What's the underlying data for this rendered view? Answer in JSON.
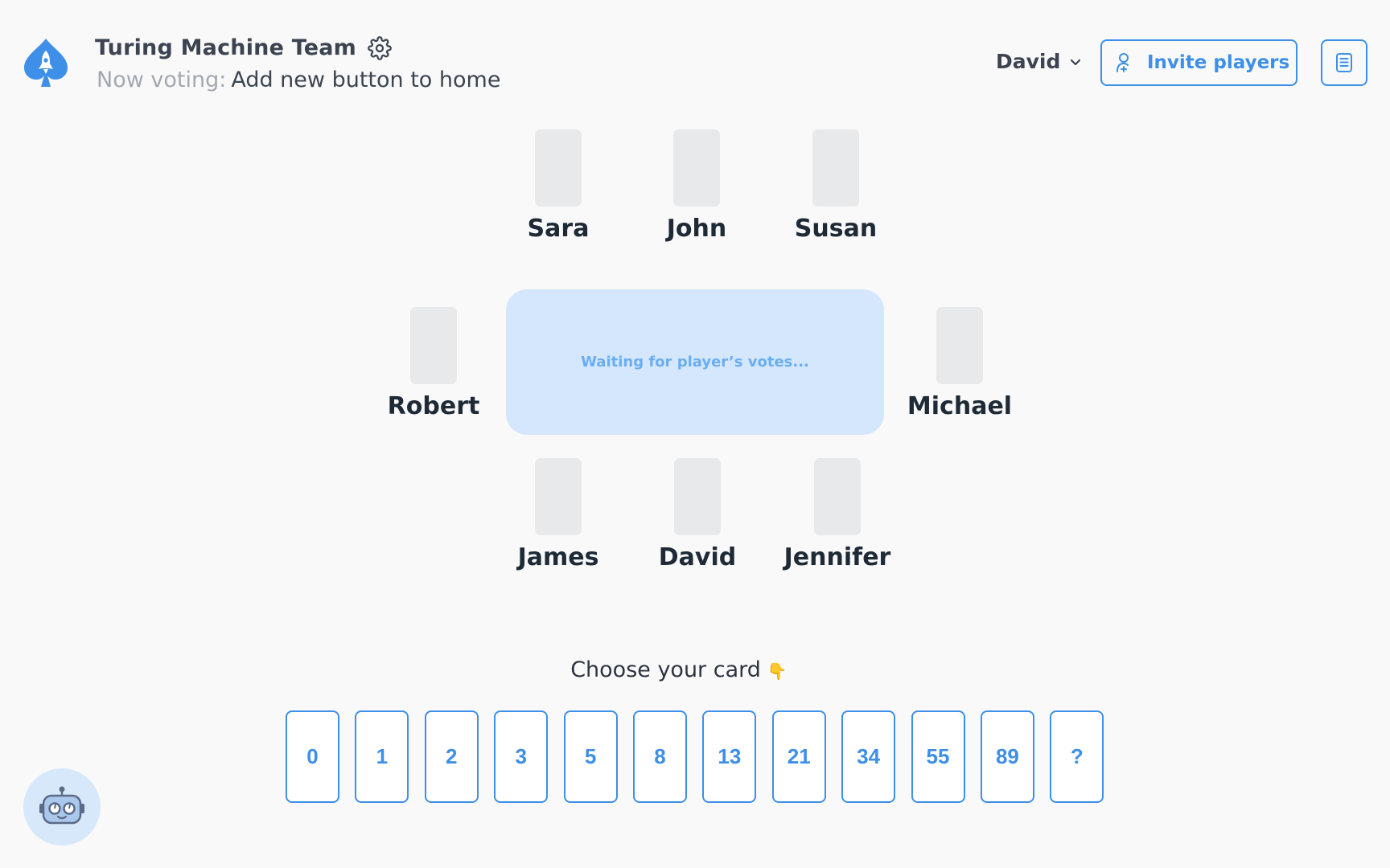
{
  "header": {
    "team_name": "Turing Machine Team",
    "now_voting_label": "Now voting:",
    "now_voting_value": "Add new button to home",
    "user_name": "David",
    "invite_label": "Invite players"
  },
  "table": {
    "message": "Waiting for player’s votes..."
  },
  "players": {
    "top": [
      "Sara",
      "John",
      "Susan"
    ],
    "left": "Robert",
    "right": "Michael",
    "bottom": [
      "James",
      "David",
      "Jennifer"
    ]
  },
  "deck": {
    "prompt": "Choose your card",
    "prompt_emoji": "👇",
    "cards": [
      "0",
      "1",
      "2",
      "3",
      "5",
      "8",
      "13",
      "21",
      "34",
      "55",
      "89",
      "?"
    ]
  },
  "colors": {
    "accent": "#3d8fe8",
    "table": "#d5e7fc",
    "card_back": "#e8e9eb",
    "background": "#f9f9fa"
  },
  "icons": {
    "logo": "spade-rocket-logo",
    "settings": "gear-icon",
    "dropdown": "chevron-down-icon",
    "invite": "add-user-icon",
    "history": "document-icon",
    "assistant": "robot-icon"
  }
}
